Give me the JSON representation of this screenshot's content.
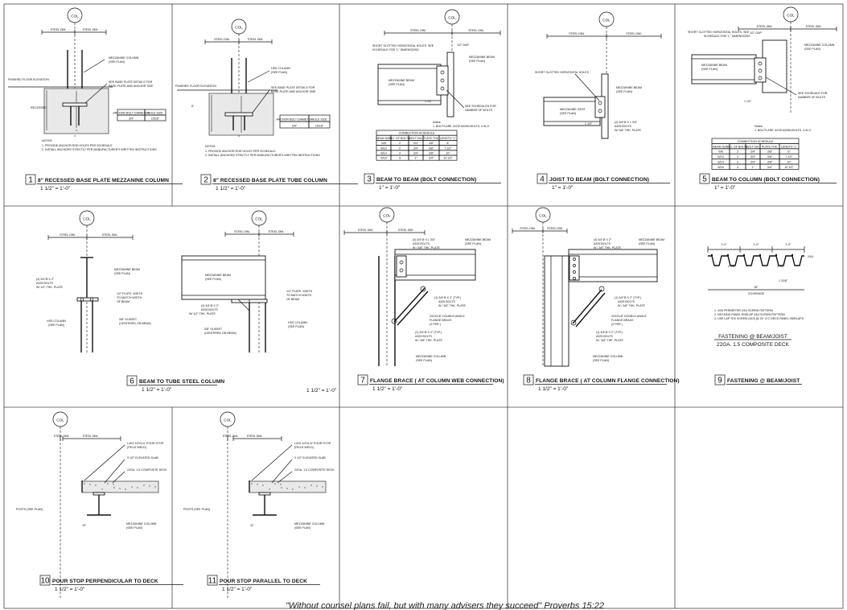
{
  "footer_quote": "\"Without counsel plans fail, but with many advisers they succeed\" Proverbs 15:22",
  "common": {
    "col": "COL",
    "steel_dim": "STEEL DIM."
  },
  "details": [
    {
      "id": "1",
      "number": "1",
      "title": "8\" RECESSED BASE PLATE MEZZANINE COLUMN",
      "scale": "1 1/2\" = 1'-0\"",
      "labels": [
        "MEZZANINE COLUMN",
        "(SEE PLAN)",
        "FINISHED FLOOR ELEVATION",
        "SEE BASE PLATE DETAILS FOR",
        "BASE PLATE AND ANCHOR SIZE",
        "RECESSED"
      ],
      "table": {
        "headers": [
          "ANCHOR BOLT DIAMETER",
          "HOLE SIZE"
        ],
        "rows": [
          [
            "3/4\"",
            "15/16\""
          ]
        ]
      },
      "notes_title": "NOTES:",
      "notes": [
        "1.    PROVIDE ANCHOR ROD HOLES PER SCHEDULE",
        "2.    INSTALL ANCHORS STRICTLY PER MANUFACTURER'S WRITTEN INSTRUCTIONS"
      ]
    },
    {
      "id": "2",
      "number": "2",
      "title": "8\" RECESSED BASE PLATE TUBE COLUMN",
      "scale": "1 1/2\" = 1'-0\"",
      "labels": [
        "HSS COLUMN",
        "(SEE PLAN)",
        "FINISHED FLOOR ELEVATION",
        "SEE BASE PLATE DETAILS FOR",
        "BASE PLATE AND ANCHOR SIZE",
        "8\""
      ],
      "table": {
        "headers": [
          "ANCHOR BOLT DIAMETER",
          "HOLE SIZE"
        ],
        "rows": [
          [
            "3/4\"",
            "15/16\""
          ]
        ]
      },
      "notes_title": "NOTES:",
      "notes": [
        "1.    PROVIDE ANCHOR ROD HOLES PER SCHEDULE",
        "2.    INSTALL ANCHORS STRICTLY PER MANUFACTURER'S WRITTEN INSTRUCTIONS"
      ]
    },
    {
      "id": "3",
      "number": "3",
      "title": "BEAM TO BEAM (BOLT CONNECTION)",
      "scale": "1\" = 1'-0\"",
      "labels": [
        "SHORT SLOTTED HORIZONTAL HOLES. SEE",
        "SCHEDULE FOR \"L\" DIMENSIONS",
        "1/2\" GAP",
        "MEZZANINE BEAM",
        "(SEE PLAN)",
        "MEZZANINE BEAM",
        "(SEE PLAN)",
        "SEE SCHEDULES FOR",
        "NUMBER OF BOLTS",
        "1 1/2\""
      ],
      "notes_title": "Notes:",
      "notes": [
        "1. BOLTS ARE 3/4\"Ø A325N BOLTS, U.N.O"
      ],
      "table": {
        "caption": "CONNECTION SCHEDULE",
        "headers": [
          "BEAM SIZE",
          "NO. OF BOLTS",
          "BOLT DIA.",
          "PLATE THK.",
          "LENGTH \"L\""
        ],
        "rows": [
          [
            "W8",
            "2",
            "3/4\"",
            "3/8\"",
            "6\""
          ],
          [
            "W10",
            "2",
            "3/4\"",
            "3/8\"",
            "7 1/2\""
          ],
          [
            "W14",
            "3",
            "3/4\"",
            "3/8\"",
            "10\""
          ],
          [
            "W16",
            "3",
            "1\"",
            "3/4\"",
            "10 1/2\""
          ]
        ]
      }
    },
    {
      "id": "4",
      "number": "4",
      "title": "JOIST TO BEAM (BOLT CONNECTION)",
      "scale": "1\" = 1'-0\"",
      "labels": [
        "SHORT SLOTTED HORIZONTAL HOLES",
        "MEZZANINE BEAM",
        "(SEE PLAN)",
        "MEZZANINE JOIST",
        "(SEE PLAN)",
        "(2) 3/4\"Ø X 1 3/4\"",
        "A325 BOLTS",
        "W/ 3/8\" THK. PLATE",
        "1 1/2\""
      ]
    },
    {
      "id": "5",
      "number": "5",
      "title": "BEAM TO COLUMN (BOLT CONNECTION)",
      "scale": "1\" = 1'-0\"",
      "labels": [
        "SHORT SLOTTED HORIZONTAL HOLES. SEE",
        "SCHEDULE FOR \"L\" DIMENSIONS",
        "1/2\" GAP",
        "MEZZANINE COLUMN",
        "(SEE PLAN)",
        "MEZZANINE BEAM",
        "(SEE PLAN)",
        "SEE SCHEDULE FOR",
        "NUMBER OF BOLTS",
        "1 1/2\""
      ],
      "notes_title": "Notes:",
      "notes": [
        "1. BOLTS ARE 3/4\"Ø A325N BOLTS, U.N.O"
      ],
      "table": {
        "caption": "CONNECTION SCHEDULE",
        "headers": [
          "BEAM SIZE",
          "NO. OF BOLTS",
          "BOLT DIA.",
          "PLATE THK.",
          "LENGTH \"L\""
        ],
        "rows": [
          [
            "W8",
            "2",
            "3/4\"",
            "3/8\"",
            "6\""
          ],
          [
            "W10",
            "2",
            "3/4\"",
            "3/8\"",
            "7 1/2\""
          ],
          [
            "W14",
            "3",
            "3/4\"",
            "3/8\"",
            "10\""
          ],
          [
            "W16",
            "3",
            "1\"",
            "3/4\"",
            "10 1/2\""
          ]
        ]
      }
    },
    {
      "id": "6",
      "number": "6",
      "title": "BEAM TO TUBE STEEL COLUMN",
      "scale": "1 1/2\" = 1'-0\"",
      "scale2": "1 1/2\" = 1'-0\"",
      "labels": [
        "MEZZANINE BEAM",
        "(SEE PLAN)",
        "(4) 3/4\"Ø X 2\"",
        "A325 BOLTS",
        "W/ 1/2\" THK. PLATE",
        "1/2\" PLATE. WIDTH",
        "TO MATCH WIDTH",
        "OF BEAM",
        "3/8\" GUSSET",
        "(CENTERED ON BEAM)",
        "HSS COLUMN",
        "(SEE PLAN)"
      ]
    },
    {
      "id": "7",
      "number": "7",
      "title": "FLANGE BRACE ( AT COLUMN WEB CONNECTION)",
      "scale": "1 1/2\" = 1'-0\"",
      "labels": [
        "(4) 3/4\"Ø X 1 3/4\"",
        "A325 BOLTS",
        "W / 3/8\" THK. PLATE",
        "MEZZANINE BEAM",
        "(SEE PLAN)",
        "(1) 3/4\"Ø X 2\" (TYP.)",
        "A325 BOLTS",
        "W / 3/8\" THK. PLATE",
        "2X2X1/8\" DOUBLE ANGLE",
        "FLANGE BRACE",
        "(2 PER )",
        "(1) 3/4\"Ø X 2\" (TYP.)",
        "A325 BOLTS",
        "W / 3/8\" THK. PLATE",
        "MEZZANINE COLUMN",
        "(SEE PLAN)"
      ]
    },
    {
      "id": "8",
      "number": "8",
      "title": "FLANGE BRACE ( AT COLUMN FLANGE CONNECTION)",
      "scale": "1 1/2\" = 1'-0\"",
      "labels": [
        "(4) 3/4\"Ø X 2\"",
        "A325 BOLTS",
        "W / 3/8\" THK. PLATE",
        "MEZZANINE BEAM",
        "(SEE PLAN)",
        "(1) 3/4\"Ø X 2\" (TYP.)",
        "A325 BOLTS",
        "W / 3/8\" THK. PLATE",
        "2X2X1/8\" DOUBLE ANGLE",
        "FLANGE BRACE",
        "(2 PER )",
        "(1) 3/4\"Ø X 2\" (TYP.)",
        "A325 BOLTS",
        "W / 3/8\" THK. PLATE",
        "MEZZANINE COLUMN",
        "(SEE PLAN)"
      ]
    },
    {
      "id": "9",
      "number": "9",
      "title": "FASTENING @ BEAM/JOIST",
      "subtitle": "FASTENING @ BEAM/JOIST",
      "subtitle2": "22GA. 1.5 COMPOSITE DECK",
      "labels": [
        "1'-0\"",
        "1'-0\"",
        "1'-0\"",
        "24/4",
        "2 5/8\"",
        "2 1/2\"",
        "1 3/16\"",
        "36\"",
        "COVERAGE"
      ],
      "notes": [
        "1. 4/26 PERIMETER 24/4 SCREW PATTERN",
        "2. DECKING PANEL ENDLAP 24/4 SCREW PATTERN",
        "3. USE LAP TEK SCREW (#10) @ 24\" O.C DECK PANEL SIDELAPS"
      ]
    },
    {
      "id": "10",
      "number": "10",
      "title": "POUR STOP PERPENDICULAR TO DECK",
      "scale": "1 1/2\" = 1'-0\"",
      "labels": [
        "L4X3 1/2X1/4\" POUR STOP",
        "(FIELD WELD)",
        "3 1/2\" ELEVATED SLAB",
        "22GA. 1.5 COMPOSITE DECK",
        "POSTS (SEE PLAN)",
        "MEZZANINE COLUMN",
        "(SEE PLAN)",
        "10\""
      ]
    },
    {
      "id": "11",
      "number": "11",
      "title": "POUR STOP PARALLEL TO DECK",
      "scale": "1 1/2\" = 1'-0\"",
      "labels": [
        "L4X3 1/2X1/4\" POUR STOP",
        "(FIELD WELD)",
        "3 1/2\" ELEVATED SLAB",
        "22GA. 1.5 COMPOSITE DECK",
        "POSTS (SEE PLAN)",
        "MEZZANINE COLUMN",
        "(SEE PLAN)",
        "11\""
      ]
    }
  ]
}
